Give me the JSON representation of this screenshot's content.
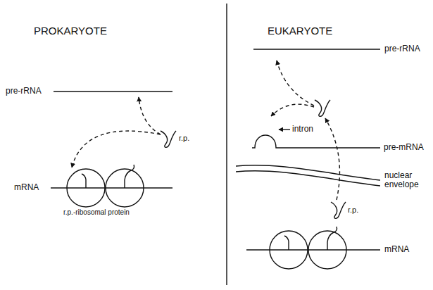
{
  "diagram": {
    "labels": [
      "PROKARYOTE",
      "pre-rRNA",
      "r.p.",
      "mRNA",
      "r.p.-ribosomal protein",
      "EUKARYOTE",
      "pre-rRNA",
      "intron",
      "pre-mRNA",
      "nuclear envelope",
      "r.p.",
      "mRNA"
    ]
  }
}
